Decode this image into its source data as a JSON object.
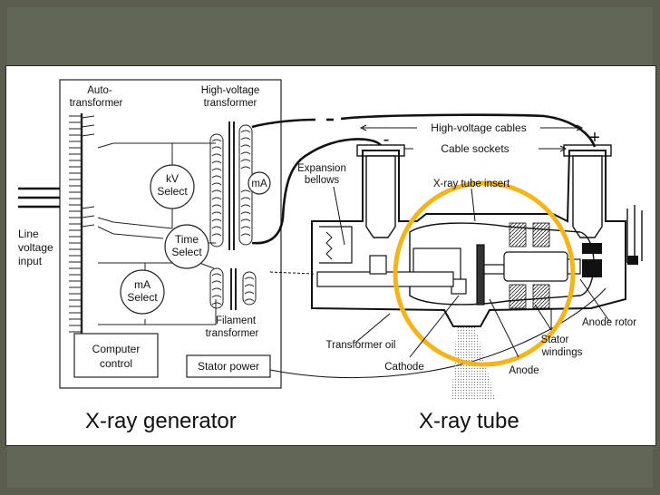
{
  "labels": {
    "auto_transformer_1": "Auto-",
    "auto_transformer_2": "transformer",
    "hv_transformer_1": "High-voltage",
    "hv_transformer_2": "transformer",
    "kv_select_1": "kV",
    "kv_select_2": "Select",
    "time_select_1": "Time",
    "time_select_2": "Select",
    "ma_select_1": "mA",
    "ma_select_2": "Select",
    "ma_meter": "mA",
    "line_input_1": "Line",
    "line_input_2": "voltage",
    "line_input_3": "input",
    "filament_1": "Filament",
    "filament_2": "transformer",
    "computer_1": "Computer",
    "computer_2": "control",
    "stator_power": "Stator power",
    "hv_cables": "High-voltage cables",
    "cable_sockets": "Cable sockets",
    "minus": "-",
    "plus": "+",
    "expansion_1": "Expansion",
    "expansion_2": "bellows",
    "xray_insert": "X-ray tube insert",
    "transformer_oil": "Transformer oil",
    "cathode": "Cathode",
    "anode": "Anode",
    "stator_1": "Stator",
    "stator_2": "windings",
    "anode_rotor": "Anode rotor",
    "xray_generator": "X-ray generator",
    "xray_tube": "X-ray tube"
  },
  "colors": {
    "background": "#5b5e4e",
    "highlight_circle": "#f3b51e",
    "ink": "#111111"
  }
}
